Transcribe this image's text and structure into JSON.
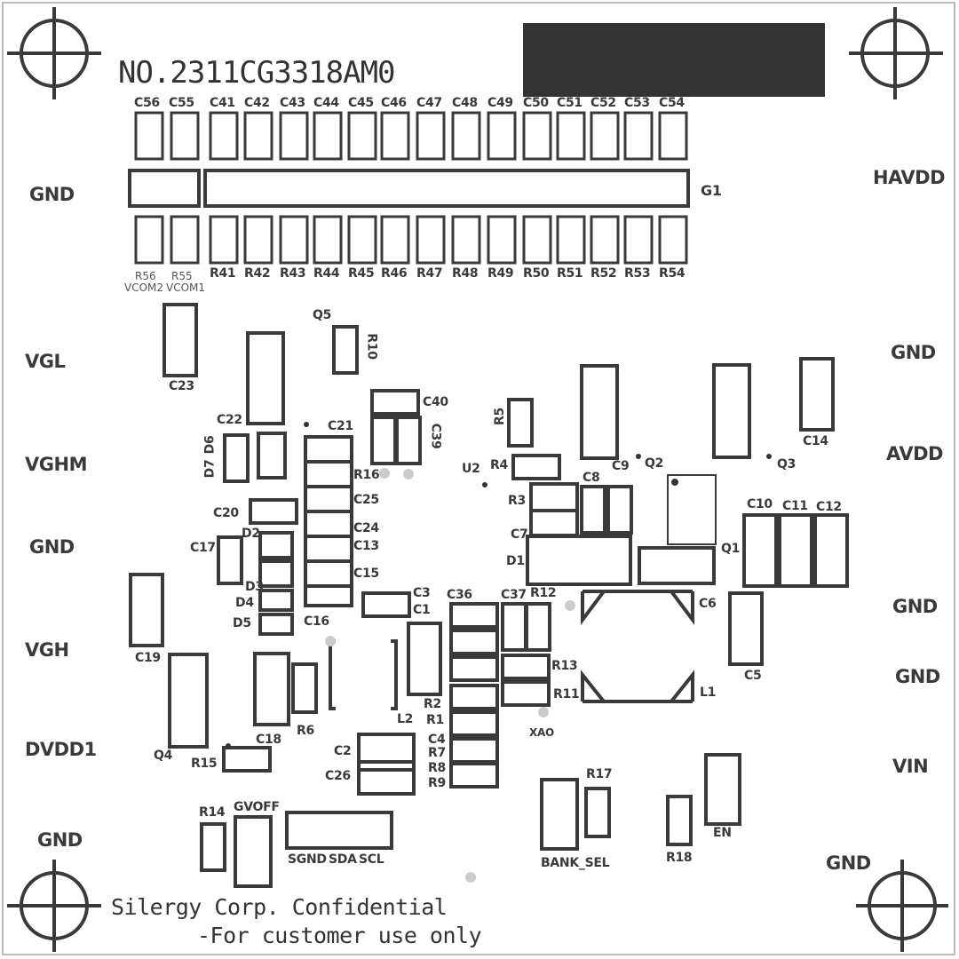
{
  "board": {
    "part_number": "NO.2311CG3318AM0",
    "confidential_line1": "Silergy Corp. Confidential",
    "confidential_line2": "-For customer use only"
  },
  "left_signals": [
    "GND",
    "VGL",
    "VGHM",
    "GND",
    "VGH",
    "DVDD1",
    "GND"
  ],
  "right_signals": [
    "HAVDD",
    "GND",
    "AVDD",
    "GND",
    "GND",
    "VIN",
    "GND"
  ],
  "top_caps": [
    "C56",
    "C55",
    "C41",
    "C42",
    "C43",
    "C44",
    "C45",
    "C46",
    "C47",
    "C48",
    "C49",
    "C50",
    "C51",
    "C52",
    "C53",
    "C54"
  ],
  "bottom_res": [
    "R41",
    "R42",
    "R43",
    "R44",
    "R45",
    "R46",
    "R47",
    "R48",
    "R49",
    "R50",
    "R51",
    "R52",
    "R53",
    "R54"
  ],
  "r56_label": "R56",
  "r55_label": "R55",
  "vcom2_label": "VCOM2",
  "vcom1_label": "VCOM1",
  "g1_label": "G1",
  "designators": {
    "C23": "C23",
    "Q5": "Q5",
    "R10": "R10",
    "C40": "C40",
    "C39": "C39",
    "C22": "C22",
    "D6": "D6",
    "D7": "D7",
    "C21": "C21",
    "R16": "R16",
    "C25": "C25",
    "C24": "C24",
    "C13": "C13",
    "C15": "C15",
    "C16": "C16",
    "C20": "C20",
    "C17": "C17",
    "D2": "D2",
    "D3": "D3",
    "D4": "D4",
    "D5": "D5",
    "U2": "U2",
    "R4": "R4",
    "R5": "R5",
    "R3": "R3",
    "C7": "C7",
    "D1": "D1",
    "C8": "C8",
    "C9": "C9",
    "Q2": "Q2",
    "Q3": "Q3",
    "C14": "C14",
    "C10": "C10",
    "C11": "C11",
    "C12": "C12",
    "Q1": "Q1",
    "C6": "C6",
    "C5": "C5",
    "L1": "L1",
    "C3": "C3",
    "C1": "C1",
    "C36": "C36",
    "C37": "C37",
    "R12": "R12",
    "R13": "R13",
    "R11": "R11",
    "XAO": "XAO",
    "C19": "C19",
    "C18": "C18",
    "R6": "R6",
    "L2": "L2",
    "R2": "R2",
    "R1": "R1",
    "C4": "C4",
    "R7": "R7",
    "R8": "R8",
    "R9": "R9",
    "C2": "C2",
    "C26": "C26",
    "Q4": "Q4",
    "R15": "R15",
    "R14": "R14",
    "GVOFF": "GVOFF",
    "SGND": "SGND",
    "SDA": "SDA",
    "SCL": "SCL",
    "R17": "R17",
    "BANK_SEL": "BANK_SEL",
    "R18": "R18",
    "EN": "EN"
  }
}
